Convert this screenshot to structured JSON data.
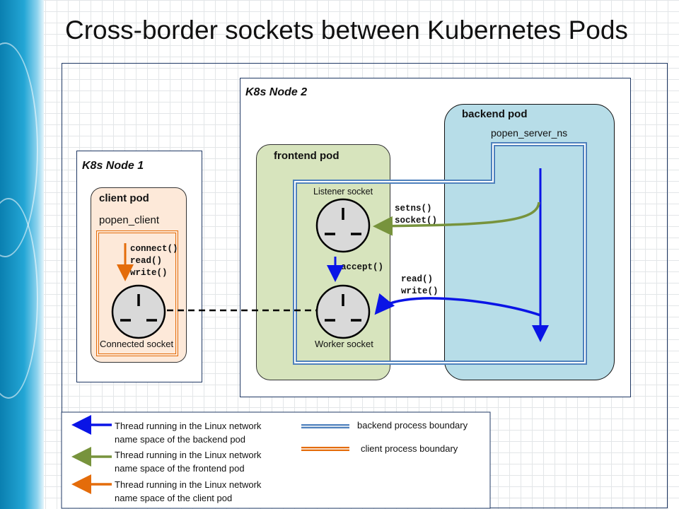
{
  "title": "Cross-border sockets between Kubernetes Pods",
  "node1": {
    "label": "K8s Node 1"
  },
  "node2": {
    "label": "K8s Node 2"
  },
  "client_pod": {
    "title": "client pod",
    "process": "popen_client",
    "calls": [
      "connect()",
      "read()",
      "write()"
    ],
    "socket_label": "Connected socket"
  },
  "frontend_pod": {
    "title": "frontend pod",
    "listener_label": "Listener socket",
    "accept_call": "accept()",
    "worker_label": "Worker socket"
  },
  "backend_pod": {
    "title": "backend pod",
    "process": "popen_server_ns",
    "setns_calls": [
      "setns()",
      "socket()"
    ],
    "rw_calls": [
      "read()",
      "write()"
    ]
  },
  "legend": {
    "blue_thread": [
      "Thread running in the Linux network",
      "name space of the backend pod"
    ],
    "green_thread": [
      "Thread running in the Linux network",
      "name space of the frontend pod"
    ],
    "orange_thread": [
      "Thread running in the Linux network",
      "name space of the client pod"
    ],
    "backend_boundary": "backend process boundary",
    "client_boundary": "client process boundary"
  },
  "colors": {
    "blue_thread": "#0a14e6",
    "green_thread": "#77933c",
    "orange_thread": "#e46c0a",
    "backend_boundary": "#4f81bd",
    "client_pod_fill": "#fde9d9",
    "frontend_pod_fill": "#d7e4bd",
    "backend_pod_fill": "#b7dde8",
    "socket_fill": "#d9d9d9"
  },
  "icons": [
    "socket-icon"
  ]
}
